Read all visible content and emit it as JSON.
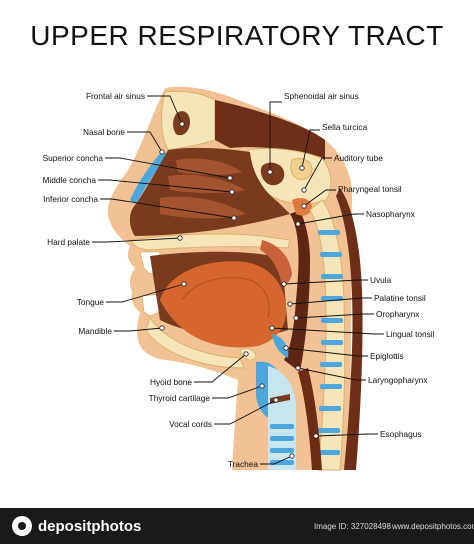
{
  "title": "UPPER RESPIRATORY TRACT",
  "labels": {
    "frontal_air_sinus": "Frontal air sinus",
    "nasal_bone": "Nasal bone",
    "superior_concha": "Superior concha",
    "middle_concha": "Middle concha",
    "inferior_concha": "Inferior concha",
    "hard_palate": "Hard palate",
    "tongue": "Tongue",
    "mandible": "Mandible",
    "hyoid_bone": "Hyoid bone",
    "thyroid_cartilage": "Thyroid cartilage",
    "vocal_cords": "Vocal cords",
    "trachea": "Trachea",
    "sphenoidal_air_sinus": "Sphenoidal air sinus",
    "sella_turcica": "Sella turcica",
    "auditory_tube": "Auditory tube",
    "pharyngeal_tonsil": "Pharyngeal tonsil",
    "nasopharynx": "Nasopharynx",
    "uvula": "Uvula",
    "palatine_tonsil": "Palatine tonsil",
    "oropharynx": "Oropharynx",
    "lingual_tonsil": "Lingual tonsil",
    "epiglottis": "Epiglottis",
    "laryngopharynx": "Laryngopharynx",
    "esophagus": "Esophagus"
  },
  "colors": {
    "skin": "#f2c294",
    "bone": "#f6e5b9",
    "bone_outline": "#d9b26b",
    "cavity": "#7a3a1e",
    "concha": "#a4532f",
    "tongue": "#d5662e",
    "cartilage": "#4ea7dc",
    "mucosa": "#c8e6f0",
    "esophagus": "#6a2c14"
  },
  "footer": {
    "brand": "depositphotos",
    "image_id": "Image ID: 327028498",
    "site": "www.depositphotos.com"
  }
}
